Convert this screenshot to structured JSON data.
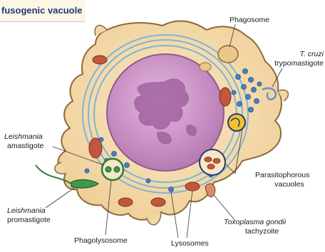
{
  "title": "fusogenic vacuole",
  "labels": {
    "phagosome": "Phagosome",
    "t_cruzi_species": "T. cruzi",
    "t_cruzi_stage": "trypomastigote",
    "leish_ama_genus": "Leishmania",
    "leish_ama_stage": "amastigote",
    "leish_pro_genus": "Leishmania",
    "leish_pro_stage": "promastigote",
    "parasitophorous_1": "Parasitophorous",
    "parasitophorous_2": "vacuoles",
    "toxo_species": "Toxoplasma gondii",
    "toxo_stage": "tachyzoite",
    "phagolysosome": "Phagolysosome",
    "lysosomes": "Lysosomes"
  },
  "colors": {
    "cytoplasm": "#f4d9a8",
    "membrane": "#8a6a3a",
    "nucleus": "#c98fc4",
    "nucleus_dark": "#a0629e",
    "er": "#9fc9e0",
    "mitochondria": "#c2573b",
    "lysosome": "#4a7fc0",
    "parasite_green": "#3c9a4a",
    "title_text": "#1e3a7a"
  }
}
